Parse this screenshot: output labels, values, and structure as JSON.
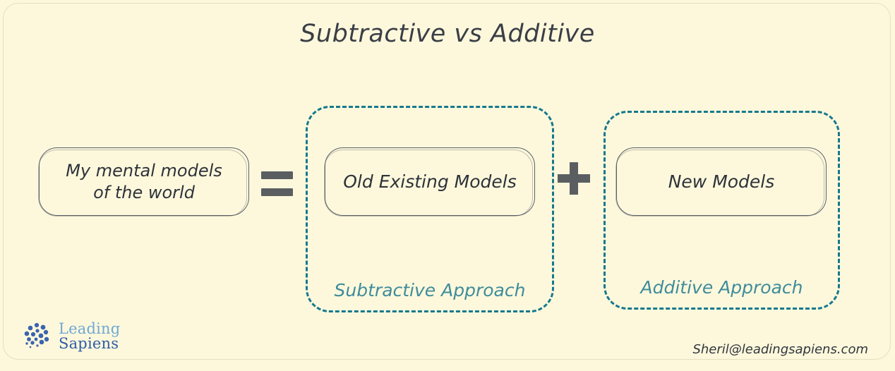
{
  "page": {
    "title": "Subtractive vs Additive",
    "background_color": "#FDF8DC",
    "frame_border_color": "#E6DFC0"
  },
  "diagram": {
    "left_term": {
      "label": "My mental models\nof the world",
      "line1": "My mental models",
      "line2": "of the world"
    },
    "operators": {
      "equals": "=",
      "plus": "+",
      "operator_color": "#5B5E61"
    },
    "groups": [
      {
        "id": "subtractive",
        "approach_label": "Subtractive Approach",
        "box_label": "Old Existing Models",
        "border_color": "#15798D",
        "label_color": "#3F8C9B"
      },
      {
        "id": "additive",
        "approach_label": "Additive Approach",
        "box_label": "New Models",
        "border_color": "#15798D",
        "label_color": "#3F8C9B"
      }
    ]
  },
  "branding": {
    "logo_line1": "Leading",
    "logo_line2": "Sapiens",
    "logo_color_line1": "#6FA8D6",
    "logo_color_line2": "#2F5CA8",
    "logo_mark_color": "#3A63AE",
    "email": "Sheril@leadingsapiens.com"
  }
}
